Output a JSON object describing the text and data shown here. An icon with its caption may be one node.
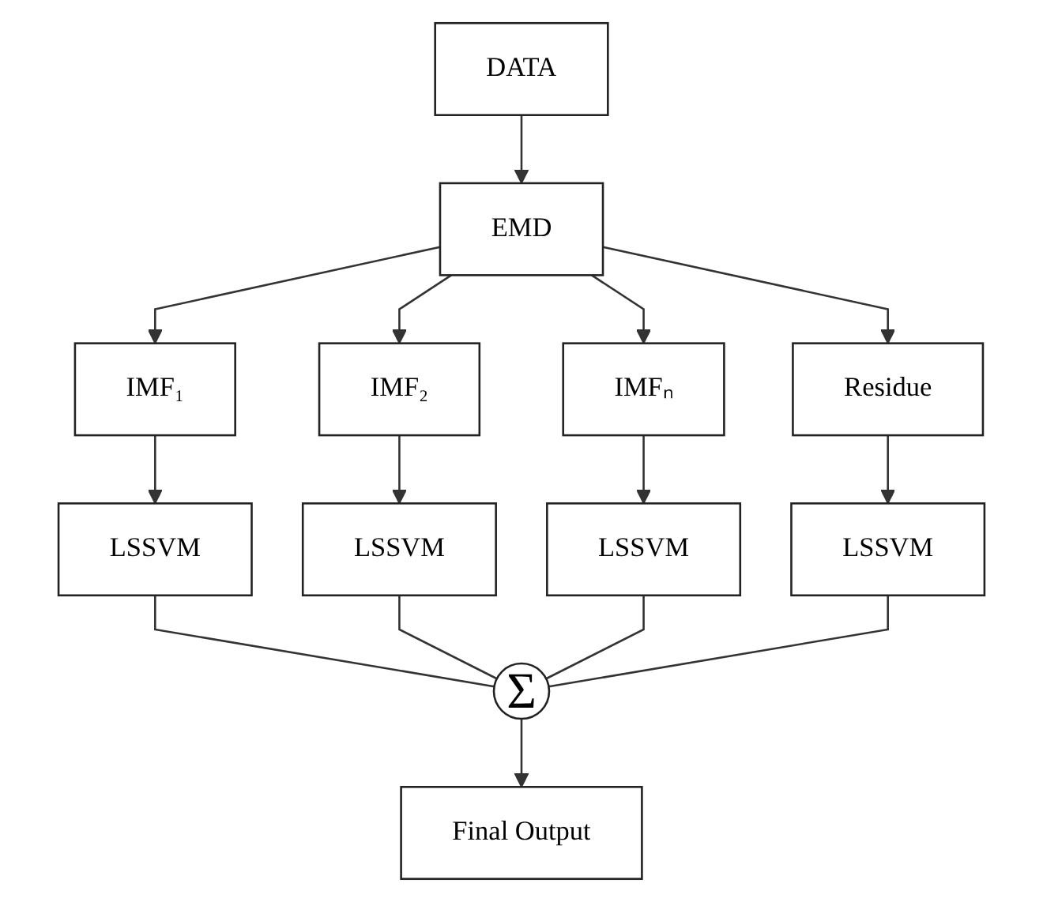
{
  "diagram": {
    "nodes": [
      {
        "text": [
          "DATA"
        ]
      },
      {
        "text": [
          "EMD"
        ]
      },
      {
        "text": [
          "IMF₁"
        ]
      },
      {
        "text": [
          "IMF₂"
        ]
      },
      {
        "text": [
          "IMFₙ"
        ]
      },
      {
        "text": [
          "Residue"
        ]
      },
      {
        "text": [
          "LSSVM"
        ]
      },
      {
        "text": [
          "LSSVM"
        ]
      },
      {
        "text": [
          "LSSVM"
        ]
      },
      {
        "text": [
          "LSSVM"
        ]
      },
      {
        "text": [
          "Σ"
        ]
      },
      {
        "text": [
          "Final Output"
        ]
      }
    ],
    "edges": [
      {
        "from": 0,
        "to": 1,
        "arrow": "to"
      },
      {
        "from": 1,
        "to": 2,
        "arrow": "to"
      },
      {
        "from": 1,
        "to": 3,
        "arrow": "to"
      },
      {
        "from": 1,
        "to": 4,
        "arrow": "to"
      },
      {
        "from": 1,
        "to": 5,
        "arrow": "to"
      },
      {
        "from": 2,
        "to": 6,
        "arrow": "to"
      },
      {
        "from": 3,
        "to": 7,
        "arrow": "to"
      },
      {
        "from": 4,
        "to": 8,
        "arrow": "to"
      },
      {
        "from": 5,
        "to": 9,
        "arrow": "to"
      },
      {
        "from": 6,
        "to": 10,
        "arrow": "none"
      },
      {
        "from": 7,
        "to": 10,
        "arrow": "none"
      },
      {
        "from": 8,
        "to": 10,
        "arrow": "none"
      },
      {
        "from": 9,
        "to": 10,
        "arrow": "none"
      },
      {
        "from": 10,
        "to": 11,
        "arrow": "to"
      }
    ]
  }
}
